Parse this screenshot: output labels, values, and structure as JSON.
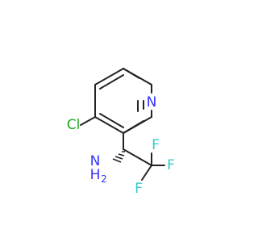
{
  "molecule": {
    "atoms": {
      "nitrogen_ring": {
        "label": "N",
        "color": "#3333ff"
      },
      "chlorine": {
        "label": "Cl",
        "color": "#22aa22"
      },
      "amine_n": {
        "label": "N",
        "color": "#3333ff"
      },
      "amine_h": {
        "label": "H",
        "color": "#3333ff"
      },
      "amine_h_sub": {
        "label": "2",
        "color": "#3333ff"
      },
      "fluorine_top": {
        "label": "F",
        "color": "#33cccc"
      },
      "fluorine_right": {
        "label": "F",
        "color": "#33cccc"
      },
      "fluorine_bottom": {
        "label": "F",
        "color": "#33cccc"
      }
    },
    "bond_color": "#222222"
  }
}
